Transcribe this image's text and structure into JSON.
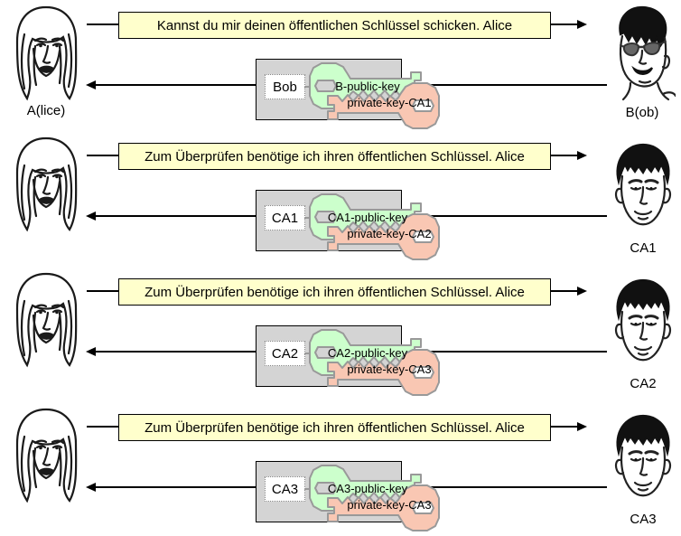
{
  "colors": {
    "message_bg": "#FFFFCC",
    "cert_box_bg": "#D4D4D4",
    "public_key_fill": "#CCFFCC",
    "private_key_fill": "#F9C7B3",
    "key_outline": "#999999",
    "arrow": "#000000"
  },
  "sender": {
    "label": "A(lice)",
    "icon": "alice-face-icon"
  },
  "rows": [
    {
      "message": "Kannst du mir deinen öffentlichen Schlüssel schicken. Alice",
      "receiver_label": "B(ob)",
      "receiver_icon": "bob-face-icon",
      "cert_owner": "Bob",
      "public_key_label": "B-public-key",
      "private_key_label": "private-key-CA1"
    },
    {
      "message": "Zum Überprüfen benötige ich ihren öffentlichen Schlüssel. Alice",
      "receiver_label": "CA1",
      "receiver_icon": "ca-face-icon",
      "cert_owner": "CA1",
      "public_key_label": "CA1-public-key",
      "private_key_label": "private-key-CA2"
    },
    {
      "message": "Zum Überprüfen benötige ich ihren öffentlichen Schlüssel. Alice",
      "receiver_label": "CA2",
      "receiver_icon": "ca-face-icon",
      "cert_owner": "CA2",
      "public_key_label": "CA2-public-key",
      "private_key_label": "private-key-CA3"
    },
    {
      "message": "Zum Überprüfen benötige ich ihren öffentlichen Schlüssel. Alice",
      "receiver_label": "CA3",
      "receiver_icon": "ca-face-icon",
      "cert_owner": "CA3",
      "public_key_label": "CA3-public-key",
      "private_key_label": "private-key-CA3"
    }
  ]
}
